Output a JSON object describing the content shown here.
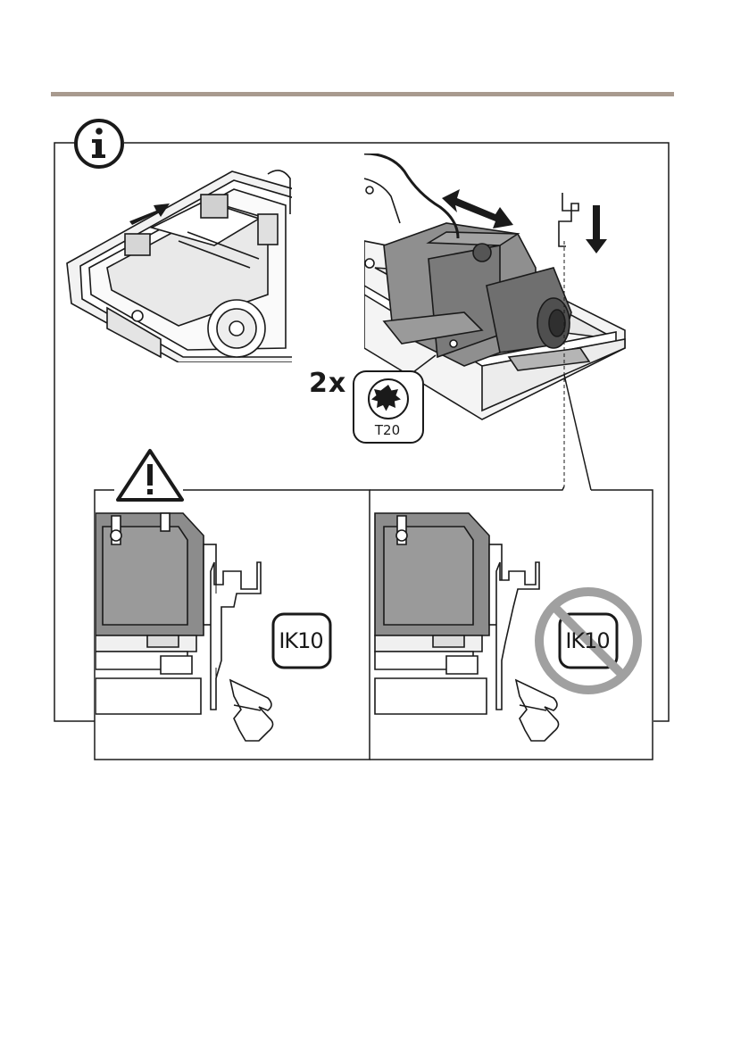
{
  "quantity_label": "2x",
  "tool_label": "T20",
  "rating_left": "IK10",
  "rating_right": "IK10",
  "icons": {
    "info": "info-icon",
    "warning": "warning-icon",
    "torx": "torx-bit-icon",
    "prohibited": "prohibited-icon"
  },
  "colors": {
    "rule": "#a89a8e",
    "prohibited": "#a0a0a0",
    "line": "#1a1a1a",
    "fill_dark": "#888888",
    "fill_light": "#e6e6e6"
  }
}
